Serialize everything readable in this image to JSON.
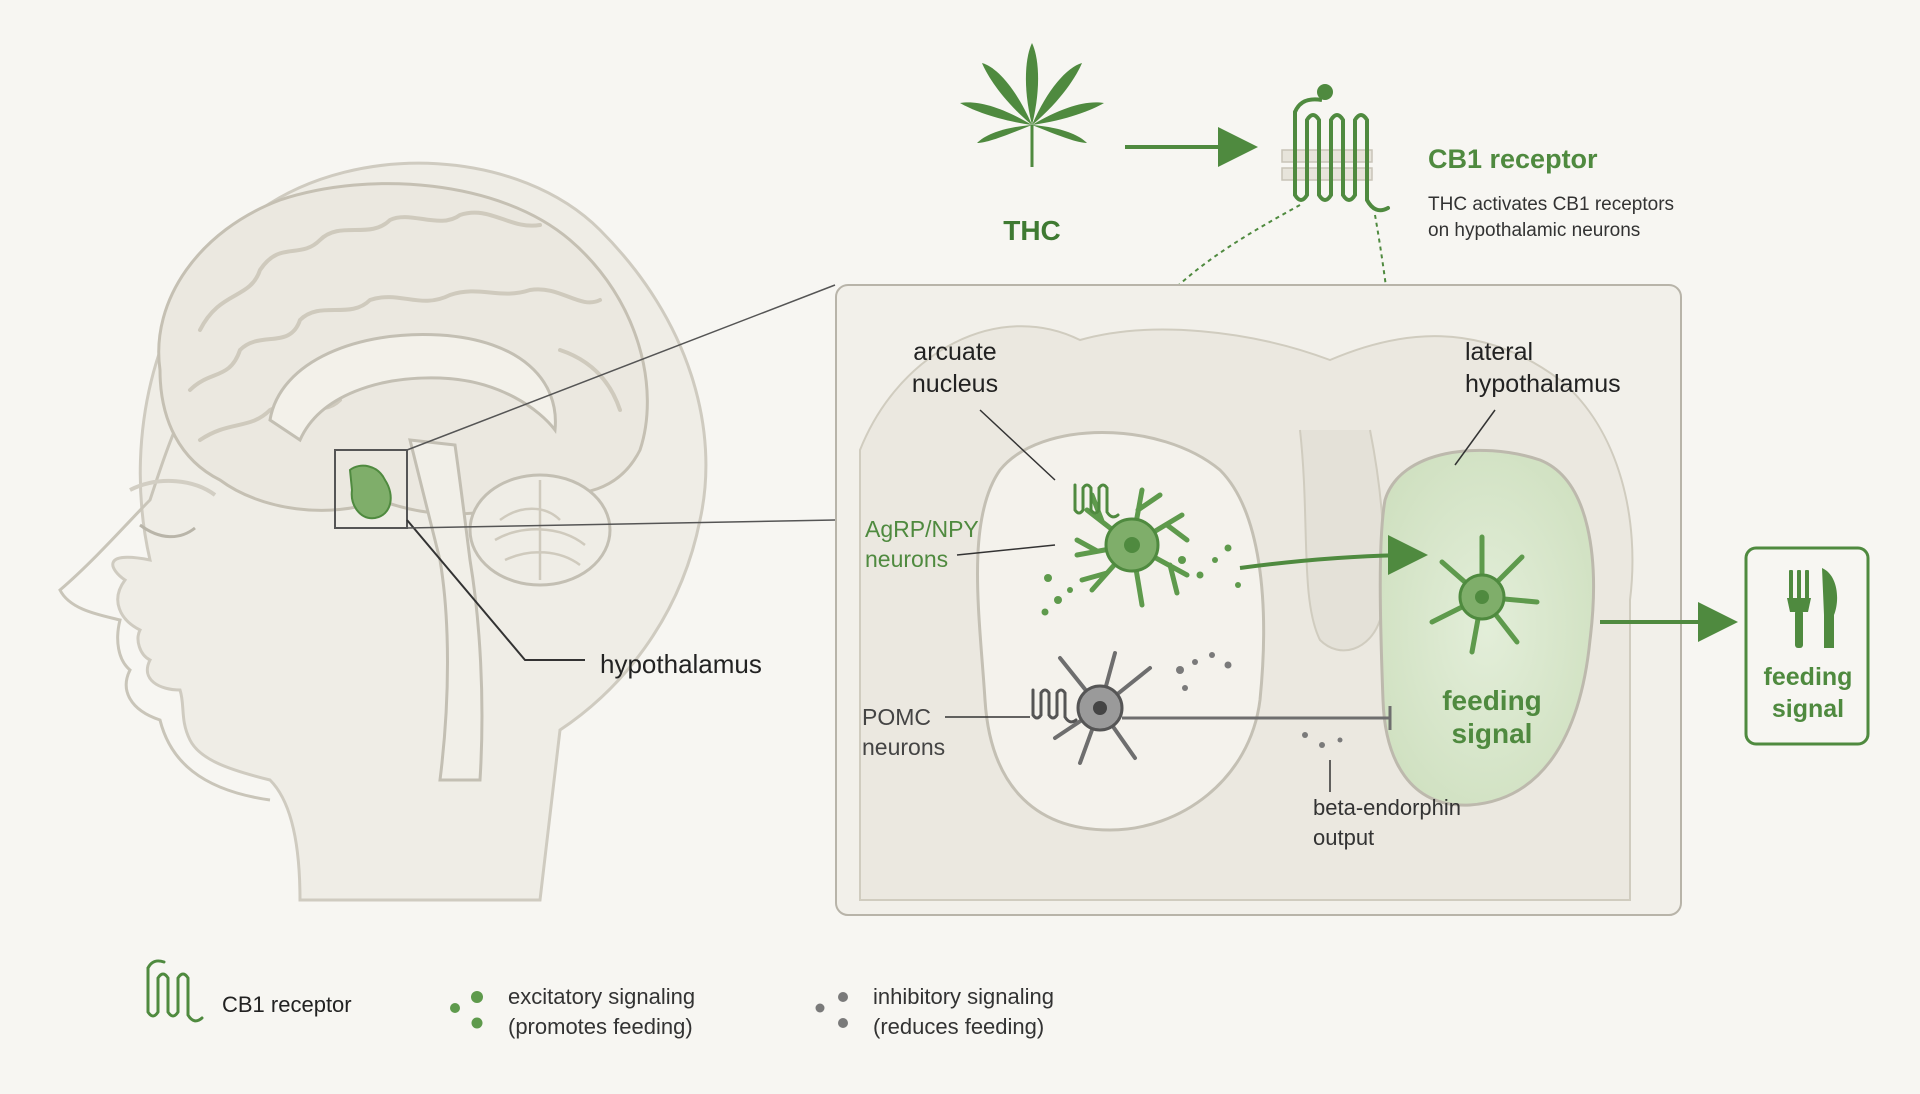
{
  "colors": {
    "background": "#f7f6f2",
    "accent_green": "#4f8a3f",
    "dark_green": "#3f7a32",
    "light_green_fill": "#dbe8cf",
    "neutral_gray": "#7a7a7a",
    "text_dark": "#222222"
  },
  "top": {
    "thc_label": "THC",
    "receptor_title": "CB1 receptor",
    "receptor_desc_line1": "THC activates CB1 receptors",
    "receptor_desc_line2": "on hypothalamic neurons"
  },
  "head": {
    "hypothalamus_label": "hypothalamus"
  },
  "detail": {
    "arcuate_line1": "arcuate",
    "arcuate_line2": "nucleus",
    "lateral_line1": "lateral",
    "lateral_line2": "hypothalamus",
    "agrp_line1": "AgRP/NPY",
    "agrp_line2": "neurons",
    "pomc_line1": "POMC",
    "pomc_line2": "neurons",
    "beta_line1": "beta-endorphin",
    "beta_line2": "output",
    "feeding_line1": "feeding",
    "feeding_line2": "signal"
  },
  "output_box": {
    "icon": "fork-knife-icon",
    "line1": "feeding",
    "line2": "signal"
  },
  "legend": {
    "items": [
      {
        "icon": "cb1-receptor-icon",
        "line1": "CB1 receptor",
        "line2": ""
      },
      {
        "icon": "green-dots-icon",
        "line1": "excitatory signaling",
        "line2": "(promotes feeding)"
      },
      {
        "icon": "gray-dots-icon",
        "line1": "inhibitory signaling",
        "line2": "(reduces feeding)"
      }
    ]
  }
}
